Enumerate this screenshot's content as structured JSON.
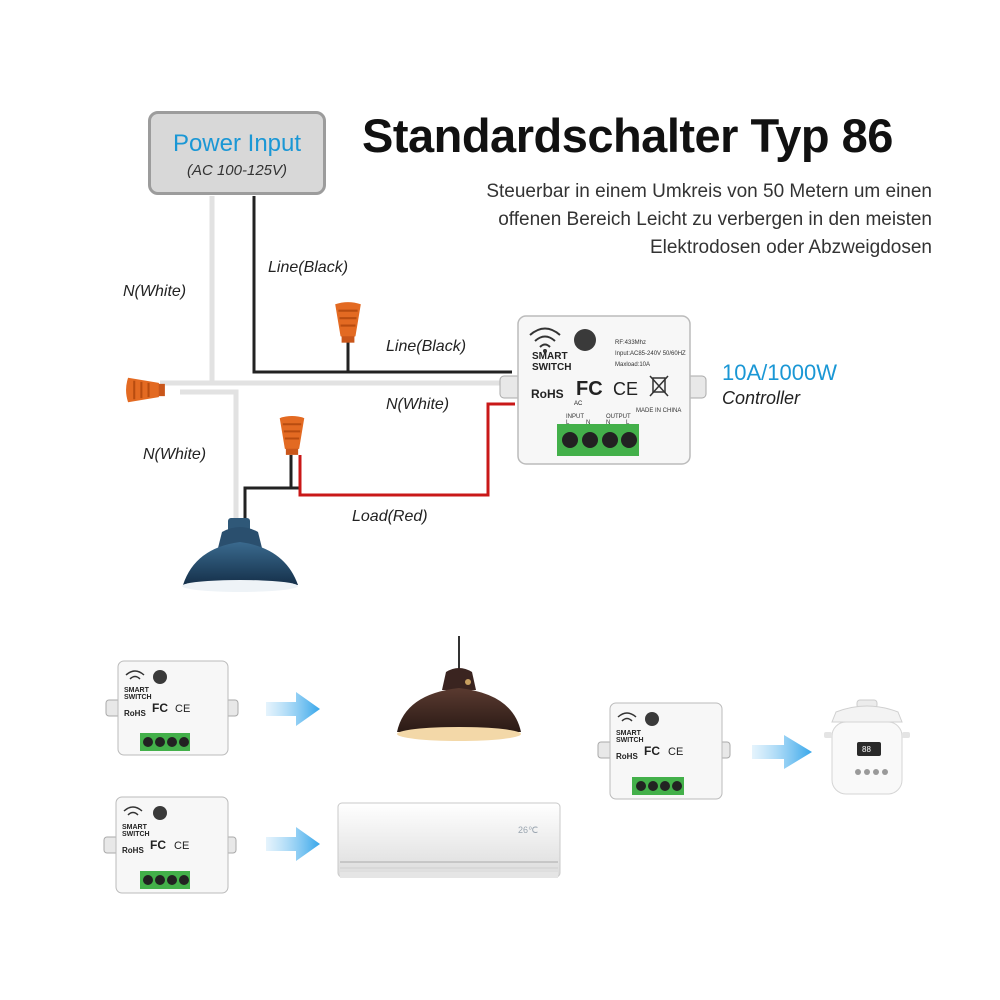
{
  "title": "Standardschalter Typ 86",
  "subtitle_lines": [
    "Steuerbar in einem Umkreis von 50 Metern um einen",
    "offenen Bereich Leicht zu  verbergen in den meisten",
    "Elektrodosen oder Abzweigdosen"
  ],
  "power_input": {
    "title": "Power Input",
    "voltage": "(AC 100-125V)"
  },
  "wire_labels": {
    "neutral_top": "N(White)",
    "line_vertical": "Line(Black)",
    "line_horizontal": "Line(Black)",
    "neutral_middle": "N(White)",
    "neutral_left": "N(White)",
    "load": "Load(Red)"
  },
  "controller": {
    "rating": "10A/1000W",
    "label": "Controller"
  },
  "switch_module": {
    "brand_lines": [
      "SMART",
      "SWITCH"
    ],
    "specs": [
      "RF:433Mhz",
      "Input:AC85-240V 50/60HZ",
      "Maxload:10A"
    ],
    "rohs": "RoHS",
    "fc": "FC",
    "ce": "CE",
    "ac": "AC",
    "input_label": "INPUT",
    "output_label": "OUTPUT",
    "terminals": [
      "L",
      "N",
      "N",
      "L"
    ],
    "made_in": "MADE IN CHINA"
  },
  "aircon_display": "26℃",
  "cooker_display": "88",
  "colors": {
    "accent_blue": "#1a97d5",
    "wire_black": "#222222",
    "wire_white": "#e2e2e2",
    "wire_red": "#c91818",
    "connector_orange": "#e36a22",
    "terminal_green": "#43b04a",
    "arrow_blue": "#4ab3ee"
  }
}
